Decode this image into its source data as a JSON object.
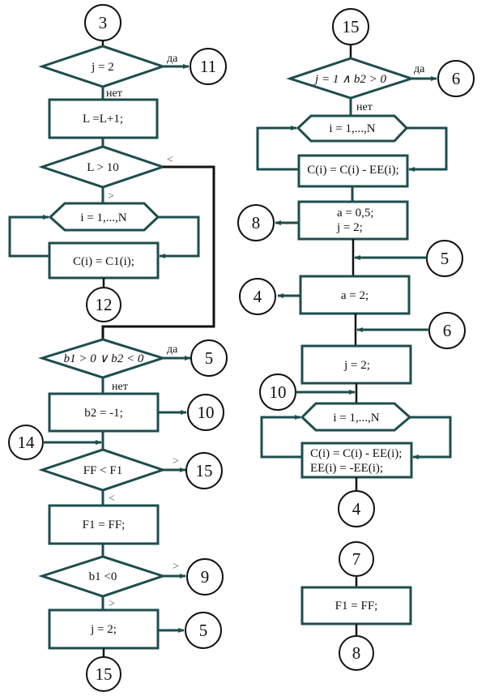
{
  "colors": {
    "shape_stroke": "#1e4d4d",
    "connector_stroke": "#111111",
    "background": "#ffffff"
  },
  "left_column": {
    "connector_3": "3",
    "decision_j2": {
      "text": "j = 2",
      "yes_label": "да",
      "no_label": "нет",
      "yes_target": "11"
    },
    "process_L_inc": "L =L+1;",
    "decision_L10": {
      "text": "L > 10",
      "less_label": "<",
      "greater_label": ">"
    },
    "loop_1": {
      "header": "i = 1,...,N",
      "body": "C(i) = C1(i);"
    },
    "connector_12": "12",
    "decision_b1b2": {
      "text": "b1 > 0 ∨ b2 < 0",
      "yes_label": "да",
      "no_label": "нет",
      "yes_target": "5"
    },
    "process_b2": {
      "text": "b2 = -1;",
      "target": "10"
    },
    "connector_14": "14",
    "decision_FF": {
      "text": "FF < F1",
      "greater_label": ">",
      "greater_target": "15",
      "less_label": "<"
    },
    "process_F1": "F1 = FF;",
    "decision_b1": {
      "text": "b1 <0",
      "greater_label": ">",
      "greater_target": "9",
      "less_label": ">"
    },
    "process_j2": {
      "text": "j = 2;",
      "target": "5"
    },
    "connector_15": "15"
  },
  "right_column": {
    "connector_15": "15",
    "decision_j1b2": {
      "text": "j = 1 ∧ b2 > 0",
      "yes_label": "да",
      "no_label": "нет",
      "yes_target": "6"
    },
    "loop_1": {
      "header": "i = 1,...,N",
      "body": "C(i) = C(i) - EE(i);"
    },
    "process_a05": {
      "line1": "a = 0,5;",
      "line2": "j = 2;",
      "target": "8"
    },
    "connector_5": "5",
    "process_a2": {
      "text": "a = 2;",
      "target": "4"
    },
    "connector_6": "6",
    "process_j2": "j = 2;",
    "connector_10": "10",
    "loop_2": {
      "header": "i = 1,...,N",
      "line1": "C(i) = C(i) - EE(i);",
      "line2": "EE(i) = -EE(i);"
    },
    "connector_4": "4",
    "connector_7": "7",
    "process_F1": "F1 = FF;",
    "connector_8": "8"
  }
}
